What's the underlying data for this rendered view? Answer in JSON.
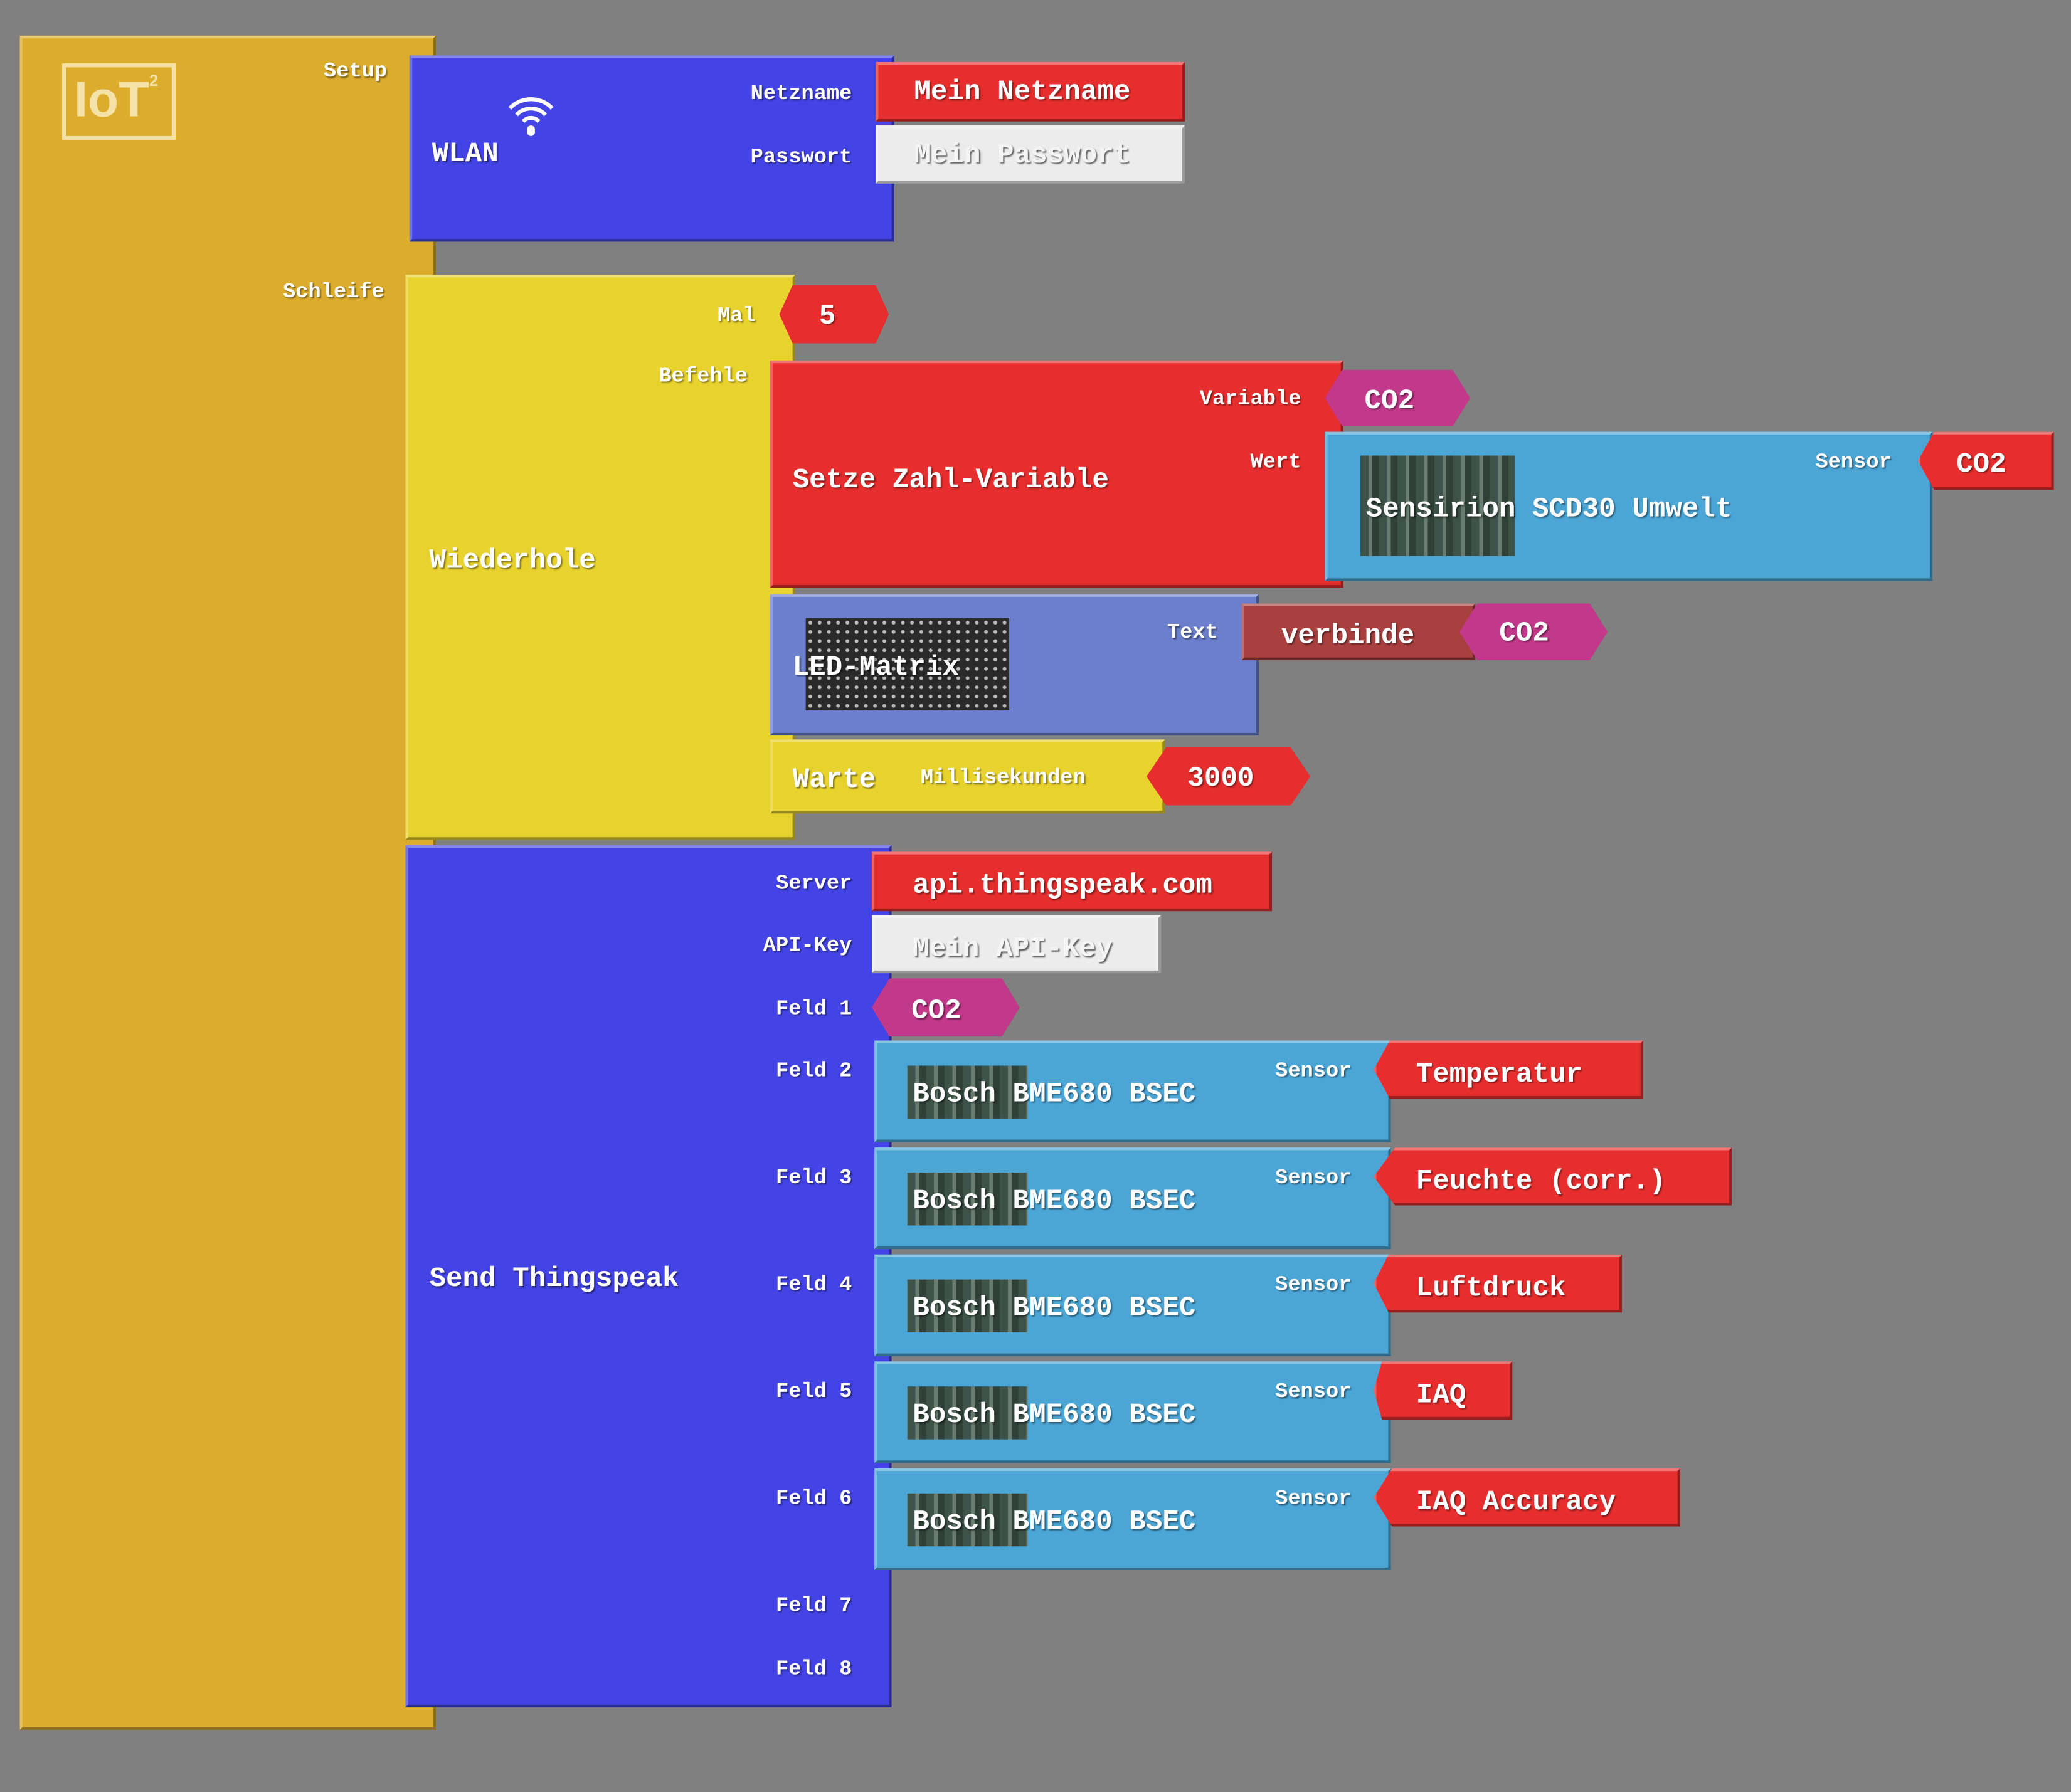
{
  "main": {
    "logo": "IoT²",
    "setup_label": "Setup",
    "loop_label": "Schleife"
  },
  "wlan": {
    "title": "WLAN",
    "icon": "wifi-icon",
    "ssid_label": "Netzname",
    "ssid_value": "Mein Netzname",
    "password_label": "Passwort",
    "password_value": "Mein Passwort"
  },
  "repeat": {
    "title": "Wiederhole",
    "times_label": "Mal",
    "times_value": "5",
    "commands_label": "Befehle"
  },
  "set_var": {
    "title": "Setze Zahl-Variable",
    "variable_label": "Variable",
    "variable_value": "CO2",
    "value_label": "Wert"
  },
  "scd30": {
    "title": "Sensirion SCD30 Umwelt",
    "sensor_label": "Sensor",
    "sensor_value": "CO2"
  },
  "led": {
    "title": "LED-Matrix",
    "text_label": "Text",
    "join_label": "verbinde",
    "join_value": "CO2"
  },
  "wait": {
    "title": "Warte",
    "ms_label": "Millisekunden",
    "ms_value": "3000"
  },
  "thingspeak": {
    "title": "Send Thingspeak",
    "server_label": "Server",
    "server_value": "api.thingspeak.com",
    "apikey_label": "API-Key",
    "apikey_value": "Mein API-Key",
    "fields": [
      "Feld 1",
      "Feld 2",
      "Feld 3",
      "Feld 4",
      "Feld 5",
      "Feld 6",
      "Feld 7",
      "Feld 8"
    ],
    "field1_value": "CO2",
    "sensors": [
      {
        "title": "Bosch BME680 BSEC",
        "sensor_label": "Sensor",
        "value": "Temperatur"
      },
      {
        "title": "Bosch BME680 BSEC",
        "sensor_label": "Sensor",
        "value": "Feuchte (corr.)"
      },
      {
        "title": "Bosch BME680 BSEC",
        "sensor_label": "Sensor",
        "value": "Luftdruck"
      },
      {
        "title": "Bosch BME680 BSEC",
        "sensor_label": "Sensor",
        "value": "IAQ"
      },
      {
        "title": "Bosch BME680 BSEC",
        "sensor_label": "Sensor",
        "value": "IAQ Accuracy"
      }
    ]
  },
  "colors": {
    "main": "#dcac2c",
    "wlan": "#4444e6",
    "repeat": "#e8d22e",
    "red": "#e62e2e",
    "sensor": "#4ba6d6",
    "led": "#6b7fcc",
    "join": "#a84040",
    "magenta": "#c2388a"
  }
}
